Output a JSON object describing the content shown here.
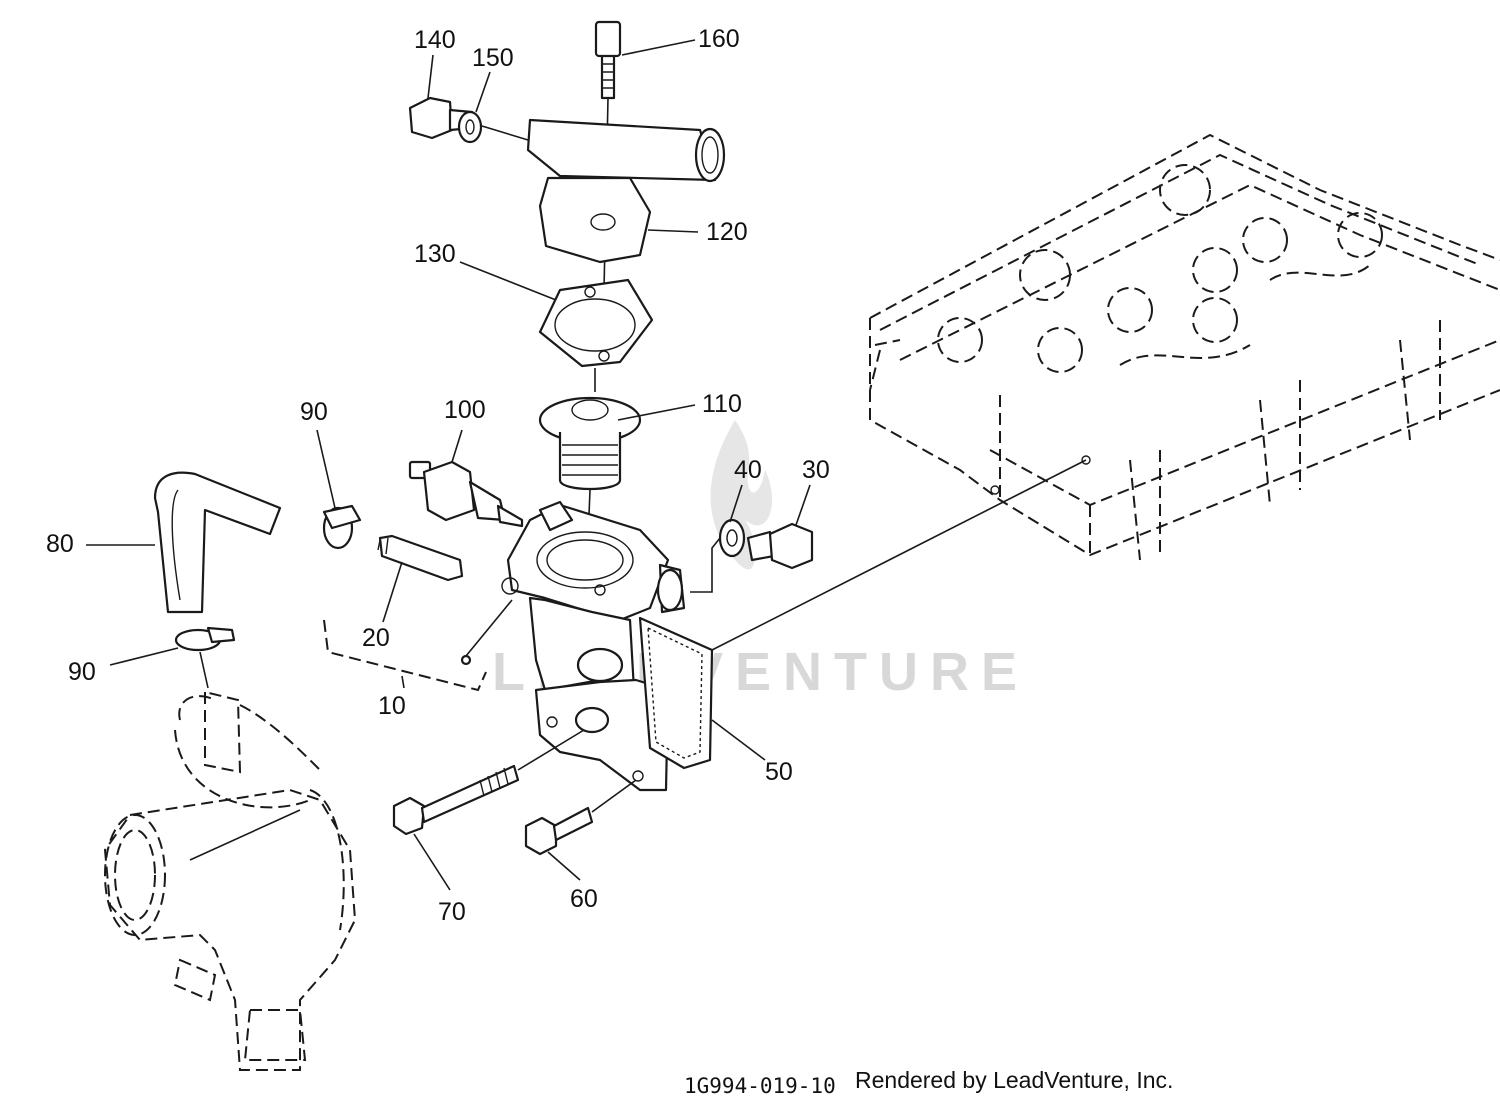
{
  "diagram": {
    "callouts": [
      {
        "id": "c140",
        "text": "140"
      },
      {
        "id": "c150",
        "text": "150"
      },
      {
        "id": "c160",
        "text": "160"
      },
      {
        "id": "c120",
        "text": "120"
      },
      {
        "id": "c130",
        "text": "130"
      },
      {
        "id": "c110",
        "text": "110"
      },
      {
        "id": "c100",
        "text": "100"
      },
      {
        "id": "c90a",
        "text": "90"
      },
      {
        "id": "c40",
        "text": "40"
      },
      {
        "id": "c30",
        "text": "30"
      },
      {
        "id": "c80",
        "text": "80"
      },
      {
        "id": "c20",
        "text": "20"
      },
      {
        "id": "c90b",
        "text": "90"
      },
      {
        "id": "c10",
        "text": "10"
      },
      {
        "id": "c50",
        "text": "50"
      },
      {
        "id": "c70",
        "text": "70"
      },
      {
        "id": "c60",
        "text": "60"
      }
    ],
    "drawing_number": "1G994-019-10",
    "rendered_by": "Rendered by LeadVenture, Inc.",
    "watermark": "LEADVENTURE"
  }
}
